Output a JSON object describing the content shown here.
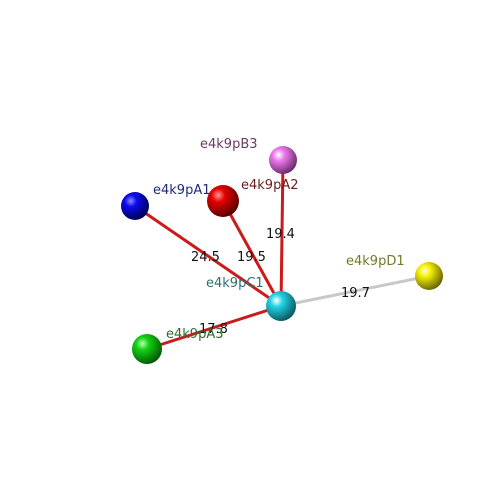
{
  "nodes": {
    "center": {
      "label": "e4k9pC1",
      "color": "#22d3e6",
      "label_color": "#2f6f73"
    },
    "A1": {
      "label": "e4k9pA1",
      "color": "#0b0bf0",
      "label_color": "#1e2a78"
    },
    "A2": {
      "label": "e4k9pA2",
      "color": "#e60000",
      "label_color": "#6b1c1c"
    },
    "B3": {
      "label": "e4k9pB3",
      "color": "#ee7aee",
      "label_color": "#6b3a6b"
    },
    "D1": {
      "label": "e4k9pD1",
      "color": "#f5f000",
      "label_color": "#77772a"
    },
    "A3": {
      "label": "e4k9pA3",
      "color": "#14d214",
      "label_color": "#2f6b2f"
    }
  },
  "edges": {
    "A1": {
      "distance": "24.5",
      "color": "#cc1a1a"
    },
    "A2": {
      "distance": "19.5",
      "color": "#cc1a1a"
    },
    "B3": {
      "distance": "19.4",
      "color": "#cc1a1a"
    },
    "D1": {
      "distance": "19.7",
      "color": "#c8c8c8"
    },
    "A3": {
      "distance": "17.8",
      "color": "#cc1a1a"
    }
  }
}
